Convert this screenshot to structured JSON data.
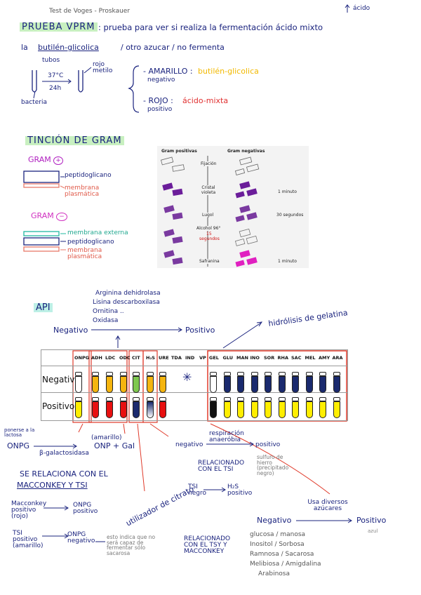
{
  "header": {
    "top_note": "Test de Voges - Proskauer",
    "top_right_note": "ácido"
  },
  "vprm": {
    "title": "PRUEBA VPRM",
    "desc_line1": ": prueba para ver si realiza la fermentación ácido mixto",
    "desc_line2_pre": "la",
    "desc_line2_hl": "butilén-glicolica",
    "desc_line2_post": "/ otro azucar / no fermenta",
    "label_tubos": "tubos",
    "label_37c": "37°C",
    "label_24h": "24h",
    "label_bacteria": "bacteria",
    "label_rojo_metilo": "rojo metilo",
    "amarillo": "- AMARILLO :",
    "negativo": "negativo",
    "butilen": "butilén-glicolica",
    "rojo": "- ROJO :",
    "positivo": "positivo",
    "acido_mixta": "ácido-mixta"
  },
  "gram": {
    "title": "TINCIÓN DE GRAM",
    "gram_pos": "GRAM",
    "gram_pos_sign": "+",
    "peptido_pos": "peptidoglicano",
    "membrana_pos": "membrana plasmática",
    "gram_neg": "GRAM",
    "gram_neg_sign": "−",
    "membrana_ext": "membrana externa",
    "peptido_neg": "peptidoglicano",
    "membrana_neg": "membrana plasmática",
    "image": {
      "col_pos": "Gram positivas",
      "col_neg": "Gram negativas",
      "step1": "Fijación",
      "step2": "Cristal violeta",
      "step2_time": "1 minuto",
      "step3": "Lugol",
      "step3_time": "30 segundos",
      "step4": "Alcohol 96°",
      "step4_time_val": "15",
      "step4_time_unit": "segundos",
      "step5": "Safranina",
      "step5_time": "1 minuto"
    }
  },
  "api": {
    "title": "API",
    "enzymes": [
      "Arginina dehidrolasa",
      "Lisina descarboxilasa",
      "Ornitina ..",
      "Oxidasa"
    ],
    "negativo_label": "Negativo",
    "positivo_label": "Positivo",
    "hidrolisis": "hidrólisis de gelatina",
    "headers": [
      "ONPG",
      "ADH",
      "LDC",
      "ODC",
      "CIT",
      "H₂S",
      "URE",
      "TDA",
      "IND",
      "VP",
      "GEL",
      "GLU",
      "MAN",
      "INO",
      "SOR",
      "RHA",
      "SAC",
      "MEL",
      "AMY",
      "ARA"
    ],
    "row_neg": "Negativo",
    "row_pos": "Positivo",
    "neg_colors": [
      "#ffffff",
      "#f5b50f",
      "#f5b50f",
      "#f5b50f",
      "#7ec850",
      "#f5b50f",
      "#f5b50f",
      "",
      "",
      "",
      "#ffffff",
      "#1a2a6e",
      "#1a2a6e",
      "#1a2a6e",
      "#1a2a6e",
      "#1a2a6e",
      "#1a2a6e",
      "#1a2a6e",
      "#1a2a6e",
      "#1a2a6e"
    ],
    "pos_colors": [
      "#ffee00",
      "#e81010",
      "#e81010",
      "#e81010",
      "#1a2a6e",
      "#gradient",
      "#e81010",
      "",
      "",
      "",
      "#111111",
      "#ffee00",
      "#ffee00",
      "#ffee00",
      "#ffee00",
      "#ffee00",
      "#ffee00",
      "#ffee00",
      "#ffee00",
      "#ffee00"
    ]
  },
  "notes": {
    "onpg_side": "ponerse a la lactosa",
    "onpg": "ONPG",
    "bgal": "β-galactosidasa",
    "amarillo": "(amarillo)",
    "onp_gal": "ONP + Gal",
    "se_relaciona": "SE RELACIONA CON EL",
    "macconkey_tsi": "MACCONKEY Y TSI",
    "mac_pos": "Macconkey positivo (rojo)",
    "onpg_pos": "ONPG positivo",
    "tsi_pos": "TSI positivo (amarillo)",
    "onpg_neg": "ONPG negativo",
    "indica": "esto indica que no será capaz de fermentar sólo sacarosa",
    "citrato": "utilizador de citrato",
    "negativo": "negativo",
    "respiracion": "respiración anaeróbia",
    "positivo": "positivo",
    "sulfuro": "sulfuro de hierro (precipitado negro)",
    "relacionado_tsi": "RELACIONADO CON EL TSI",
    "tsi_negro": "TSI negro",
    "h2s_pos": "H₂S positivo",
    "relacionado_tsy": "RELACIONADO CON EL TSY Y MACCONKEY",
    "usa_diversos": "Usa diversos azúcares",
    "neg": "Negativo",
    "pos": "Positivo",
    "sugars": [
      "glucosa / manosa",
      "Inositol / Sorbosa",
      "Ramnosa / Sacarosa",
      "Melibiosa / Amigdalina",
      "Arabinosa"
    ],
    "azul": "azul"
  }
}
